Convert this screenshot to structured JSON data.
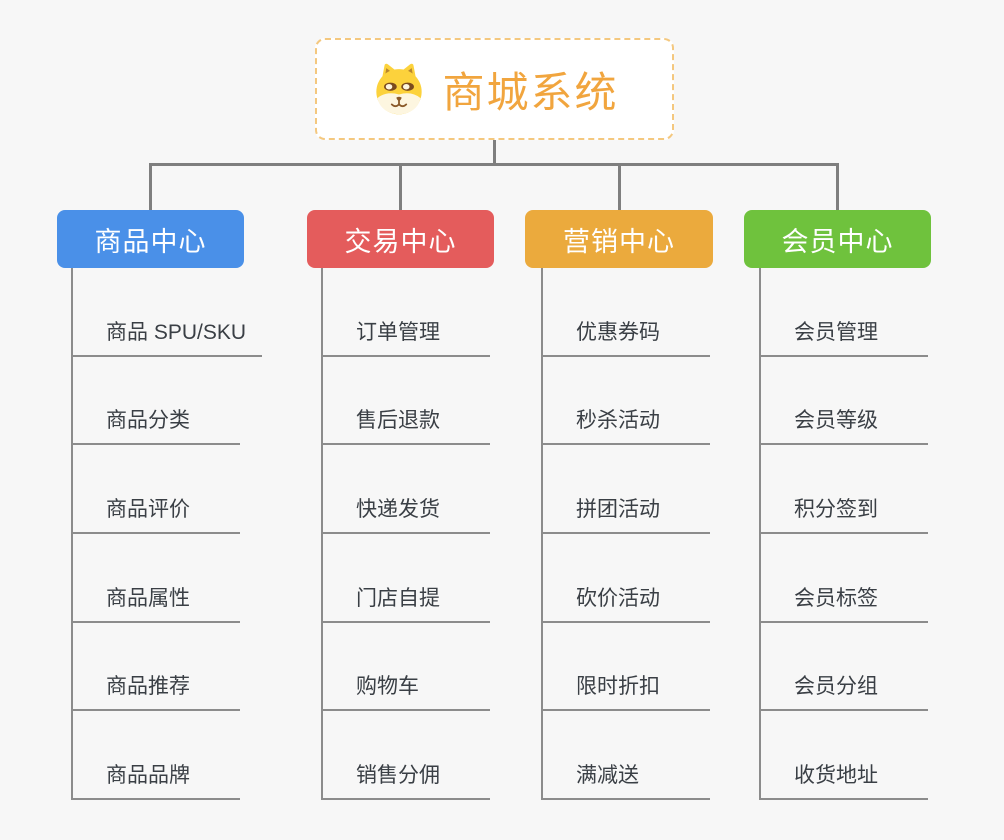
{
  "root": {
    "title": "商城系统",
    "icon": "shiba-dog-icon",
    "text_color": "#f1a53e",
    "border_color": "#f4c87f"
  },
  "connector_color": "#7f7f7f",
  "leaf_line_color": "#8c8c8c",
  "branches": [
    {
      "label": "商品中心",
      "color": "#4a90e8",
      "items": [
        "商品 SPU/SKU",
        "商品分类",
        "商品评价",
        "商品属性",
        "商品推荐",
        "商品品牌"
      ]
    },
    {
      "label": "交易中心",
      "color": "#e45c5c",
      "items": [
        "订单管理",
        "售后退款",
        "快递发货",
        "门店自提",
        "购物车",
        "销售分佣"
      ]
    },
    {
      "label": "营销中心",
      "color": "#ebaa3d",
      "items": [
        "优惠券码",
        "秒杀活动",
        "拼团活动",
        "砍价活动",
        "限时折扣",
        "满减送"
      ]
    },
    {
      "label": "会员中心",
      "color": "#6fc23d",
      "items": [
        "会员管理",
        "会员等级",
        "积分签到",
        "会员标签",
        "会员分组",
        "收货地址"
      ]
    }
  ]
}
